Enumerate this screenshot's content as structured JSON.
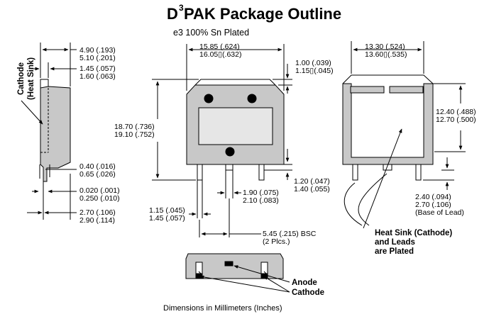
{
  "title": {
    "main": "PAK Package Outline",
    "prefix": "D",
    "superscript": "3"
  },
  "subtitle": "e3 100% Sn Plated",
  "footer": "Dimensions in Millimeters (Inches)",
  "side_view": {
    "label_line1": "Cathode",
    "label_line2": "(Heat Sink)",
    "dims": [
      {
        "a": "4.90 (.193)",
        "b": "5.10 (.201)"
      },
      {
        "a": "1.45 (.057)",
        "b": "1.60 (.063)"
      },
      {
        "a": "0.40 (.016)",
        "b": "0.65 (.026)"
      },
      {
        "a": "0.020 (.001)",
        "b": "0.250 (.010)"
      },
      {
        "a": "2.70 (.106)",
        "b": "2.90 (.114)"
      }
    ]
  },
  "front_view": {
    "dims": {
      "width_a": "15.85 (.624)",
      "width_b": "16.05▯(.632)",
      "top_a": "1.00 (.039)",
      "top_b": "1.15▯(.045)",
      "height_a": "18.70 (.736)",
      "height_b": "19.10 (.752)",
      "lead_gap_a": "1.20 (.047)",
      "lead_gap_b": "1.40 (.055)",
      "lead_w_a": "1.90 (.075)",
      "lead_w_b": "2.10 (.083)",
      "lead_t_a": "1.15 (.045)",
      "lead_t_b": "1.45 (.057)",
      "pitch_a": "5.45 (.215) BSC",
      "pitch_b": "(2 Plcs.)"
    }
  },
  "back_view": {
    "dims": {
      "width_a": "13.30 (.524)",
      "width_b": "13.60▯(.535)",
      "height_a": "12.40 (.488)",
      "height_b": "12.70 (.500)",
      "lead_a": "2.40 (.094)",
      "lead_b": "2.70 (.106)",
      "lead_c": "(Base of Lead)"
    },
    "note_line1": "Heat Sink (Cathode)",
    "note_line2": "and Leads",
    "note_line3": "are Plated"
  },
  "bottom_view": {
    "anode": "Anode",
    "cathode": "Cathode"
  }
}
